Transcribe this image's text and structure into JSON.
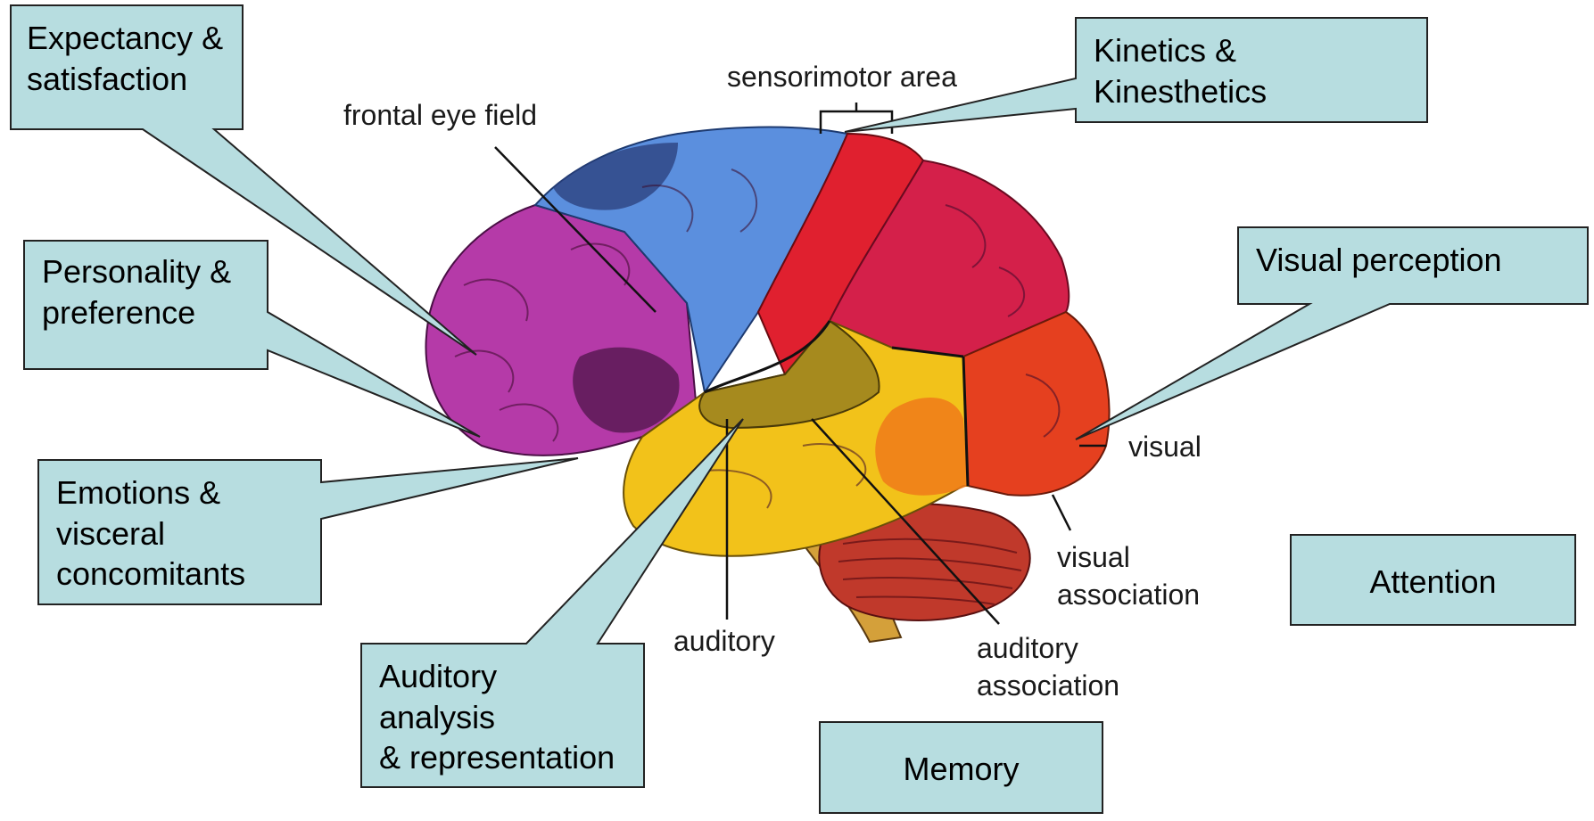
{
  "colors": {
    "callout_fill": "#b7dde0",
    "callout_border": "#222222",
    "leader_line": "#111111",
    "frontal_lobe": "#b53aa8",
    "motor_cortex": "#5b8fde",
    "sensory_cortex": "#e0202f",
    "parietal_lobe": "#d4204a",
    "occipital_lobe": "#e5401f",
    "temporal_lobe": "#f2c21a",
    "auditory_cortex": "#a68a1e",
    "cerebellum": "#c0392b",
    "brainstem": "#d4a03a"
  },
  "callouts": {
    "expectancy": "Expectancy &\nsatisfaction",
    "kinetics": "Kinetics &\nKinesthetics",
    "personality": "Personality &\npreference",
    "visual_perception": "Visual perception",
    "emotions": "Emotions &\nvisceral\nconcomitants",
    "attention": "Attention",
    "auditory_analysis": "Auditory\nanalysis\n& representation",
    "memory": "Memory"
  },
  "brain_labels": {
    "frontal_eye_field": "frontal eye field",
    "sensorimotor_area": "sensorimotor area",
    "visual": "visual",
    "visual_association_1": "visual",
    "visual_association_2": "association",
    "auditory": "auditory",
    "auditory_association_1": "auditory",
    "auditory_association_2": "association"
  }
}
